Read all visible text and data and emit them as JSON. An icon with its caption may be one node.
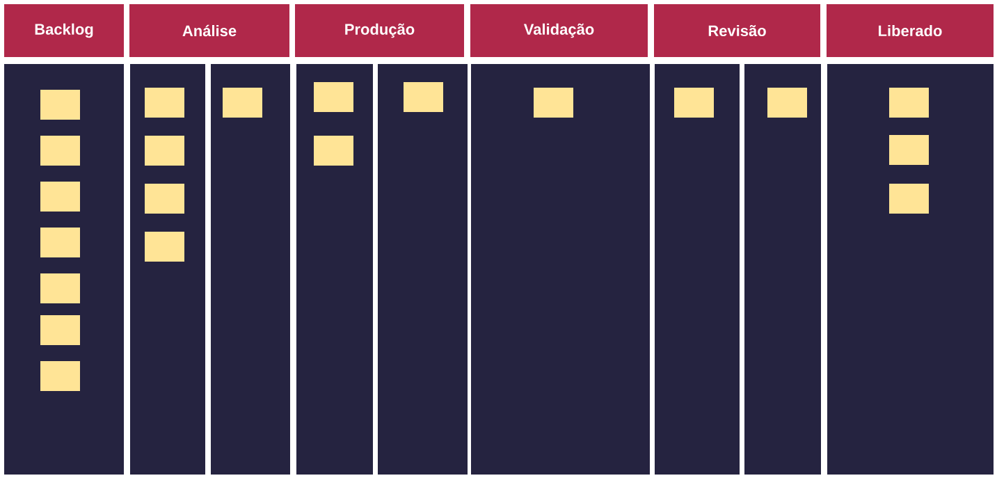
{
  "diagram": {
    "nodes": [
      {
        "text": [
          "Backlog"
        ]
      },
      {
        "text": [
          "Análise"
        ]
      },
      {
        "text": [
          "Produção"
        ]
      },
      {
        "text": [
          "Validação"
        ]
      },
      {
        "text": [
          "Revisão"
        ]
      },
      {
        "text": [
          "Liberado"
        ]
      },
      {
        "text": [],
        "shape": "box"
      },
      {
        "text": [],
        "shape": "box",
        "in": 6
      },
      {
        "text": [],
        "shape": "box",
        "in": 6
      },
      {
        "text": [],
        "shape": "box",
        "in": 6
      },
      {
        "text": [],
        "shape": "box",
        "in": 6
      },
      {
        "text": [],
        "shape": "box",
        "in": 6
      },
      {
        "text": [],
        "shape": "box",
        "in": 6
      },
      {
        "text": [],
        "shape": "box",
        "in": 6
      },
      {
        "text": [],
        "shape": "box"
      },
      {
        "text": [],
        "shape": "box",
        "in": 14
      },
      {
        "text": [],
        "shape": "box",
        "in": 14
      },
      {
        "text": [],
        "shape": "box",
        "in": 14
      },
      {
        "text": [],
        "shape": "box",
        "in": 14
      },
      {
        "text": [],
        "shape": "box"
      },
      {
        "text": [],
        "shape": "box",
        "in": 19
      },
      {
        "text": [],
        "shape": "box"
      },
      {
        "text": [],
        "shape": "box",
        "in": 21
      },
      {
        "text": [],
        "shape": "box",
        "in": 21
      },
      {
        "text": [],
        "shape": "box"
      },
      {
        "text": [],
        "shape": "box",
        "in": 24
      },
      {
        "text": [],
        "shape": "box"
      },
      {
        "text": [],
        "shape": "box",
        "in": 26
      },
      {
        "text": [],
        "shape": "box"
      },
      {
        "text": [],
        "shape": "box",
        "in": 28
      },
      {
        "text": [],
        "shape": "box"
      },
      {
        "text": [],
        "shape": "box",
        "in": 30
      },
      {
        "text": [],
        "shape": "box"
      },
      {
        "text": [],
        "shape": "box",
        "in": 32
      },
      {
        "text": [],
        "shape": "box",
        "in": 32
      },
      {
        "text": [],
        "shape": "box",
        "in": 32
      }
    ]
  }
}
